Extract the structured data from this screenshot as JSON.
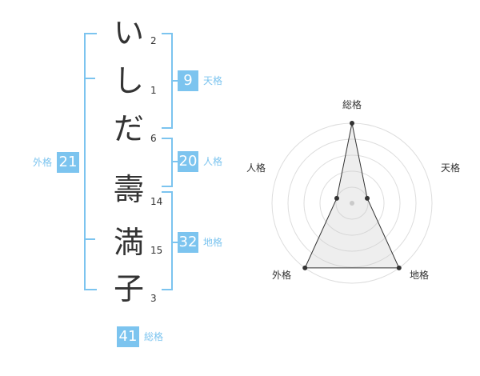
{
  "name": {
    "characters": [
      {
        "char": "い",
        "strokes": "2"
      },
      {
        "char": "し",
        "strokes": "1"
      },
      {
        "char": "だ",
        "strokes": "6"
      },
      {
        "char": "壽",
        "strokes": "14"
      },
      {
        "char": "満",
        "strokes": "15"
      },
      {
        "char": "子",
        "strokes": "3"
      }
    ]
  },
  "scores": {
    "tenkaku": {
      "value": "9",
      "label": "天格"
    },
    "jinkaku": {
      "value": "20",
      "label": "人格"
    },
    "chikaku": {
      "value": "32",
      "label": "地格"
    },
    "gaikaku": {
      "value": "21",
      "label": "外格"
    },
    "soukaku": {
      "value": "41",
      "label": "総格"
    }
  },
  "radar": {
    "axes": [
      "総格",
      "天格",
      "地格",
      "外格",
      "人格"
    ],
    "levels": 5,
    "values": [
      5,
      1,
      5,
      5,
      1
    ],
    "accent": "#7cc4ef"
  }
}
